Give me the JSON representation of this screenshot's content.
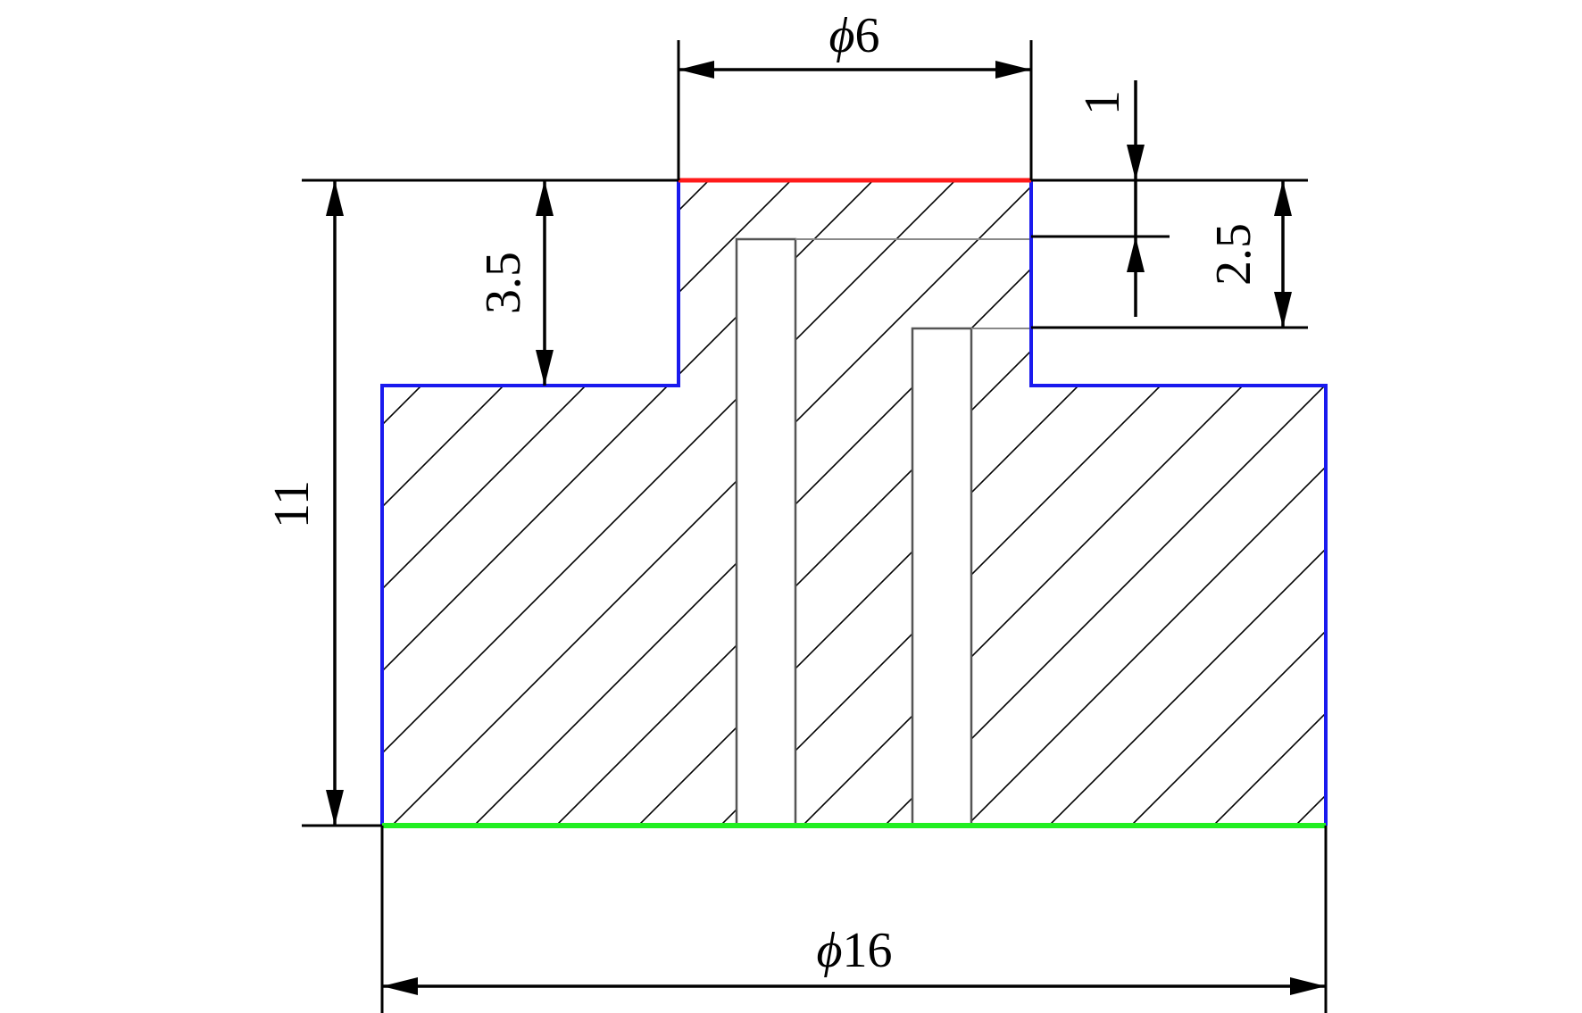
{
  "diagram": {
    "dimensions": {
      "top_diameter": {
        "symbol": "ϕ",
        "value": "6"
      },
      "base_diameter": {
        "symbol": "ϕ",
        "value": "16"
      },
      "total_height": "11",
      "step_height": "3.5",
      "hole1_depth_offset": "1",
      "hole2_depth_offset": "2.5"
    },
    "colors": {
      "top_face": "#ff1a1a",
      "side_outline": "#1a1aee",
      "bottom_face": "#22ee22",
      "line": "#000000"
    }
  }
}
